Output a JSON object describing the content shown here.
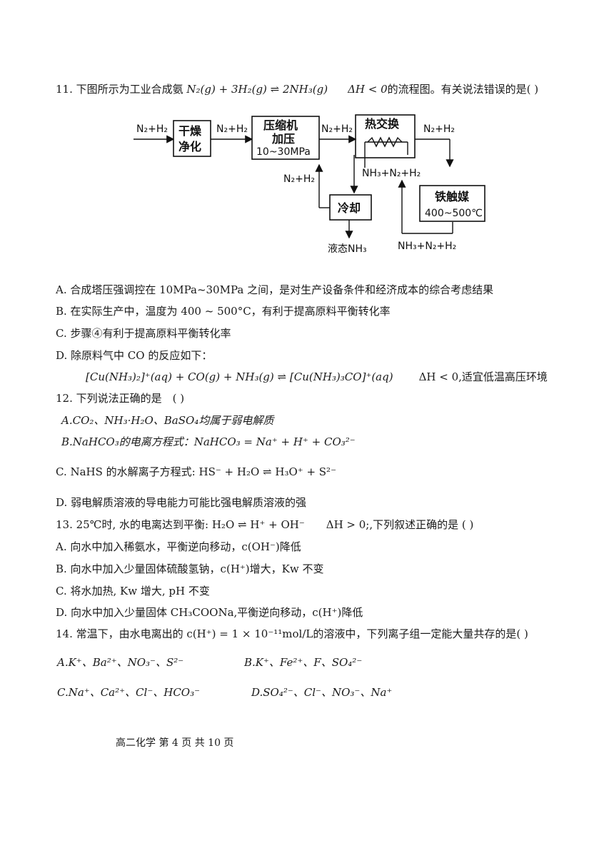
{
  "q11": {
    "stem_pre": "11. 下图所示为工业合成氨 ",
    "equation": "N₂(g) + 3H₂(g) ⇌ 2NH₃(g)",
    "delta_h": "ΔH < 0",
    "stem_post": "的流程图。有关说法错误的是( )",
    "options": {
      "A": "A. 合成塔压强调控在 10MPa~30MPa 之间，是对生产设备条件和经济成本的综合考虑结果",
      "B": "B. 在实际生产中，温度为 400 ~ 500°C，有利于提高原料平衡转化率",
      "C": "C. 步骤④有利于提高原料平衡转化率",
      "D": "D. 除原料气中 CO 的反应如下：",
      "D_equation": "[Cu(NH₃)₂]⁺(aq) + CO(g) + NH₃(g) ⇌ [Cu(NH₃)₃CO]⁺(aq)",
      "D_condition": "ΔH < 0,适宜低温高压环境"
    }
  },
  "diagram": {
    "input_label": "N₂+H₂",
    "box_dry": [
      "干燥",
      "净化"
    ],
    "label_after_dry": "N₂+H₂",
    "box_compress": [
      "压缩机",
      "加压",
      "10~30MPa"
    ],
    "label_after_compress": "N₂+H₂",
    "box_heat": "热交换",
    "label_after_heat": "N₂+H₂",
    "box_catalyst": [
      "铁触媒",
      "400~500℃"
    ],
    "label_return_heat": "NH₃+N₂+H₂",
    "label_bottom_right": "NH₃+N₂+H₂",
    "label_recycle": "N₂+H₂",
    "box_cool": "冷却",
    "label_liquid": "液态NH₃"
  },
  "q12": {
    "stem": "12. 下列说法正确的是　( )",
    "A": "A.CO₂、NH₃·H₂O、BaSO₄均属于弱电解质",
    "B": "B.NaHCO₃的电离方程式：NaHCO₃ = Na⁺ + H⁺ + CO₃²⁻",
    "C": "C.  NaHS 的水解离子方程式: HS⁻ + H₂O ⇌ H₃O⁺ + S²⁻",
    "D": "D. 弱电解质溶液的导电能力可能比强电解质溶液的强"
  },
  "q13": {
    "stem": "13. 25℃时, 水的电离达到平衡: H₂O ⇌ H⁺ + OH⁻　　ΔH > 0;,下列叙述正确的是 ( )",
    "A": "A. 向水中加入稀氨水，平衡逆向移动，c(OH⁻)降低",
    "B": "B. 向水中加入少量固体硫酸氢钠，c(H⁺)增大，Kw 不变",
    "C": "C. 将水加热, Kw 增大, pH 不变",
    "D": "D. 向水中加入少量固体 CH₃COONa,平衡逆向移动，c(H⁺)降低"
  },
  "q14": {
    "stem": "14. 常温下，由水电离出的 c(H⁺) = 1 × 10⁻¹¹mol/L的溶液中，下列离子组一定能大量共存的是( )",
    "A": "A.K⁺、Ba²⁺、NO₃⁻、S²⁻",
    "B": "B.K⁺、Fe²⁺、F、SO₄²⁻",
    "C": "C.Na⁺、Ca²⁺、Cl⁻、HCO₃⁻",
    "D": "D.SO₄²⁻、Cl⁻、NO₃⁻、Na⁺"
  },
  "footer": "高二化学 第 4 页 共 10 页"
}
